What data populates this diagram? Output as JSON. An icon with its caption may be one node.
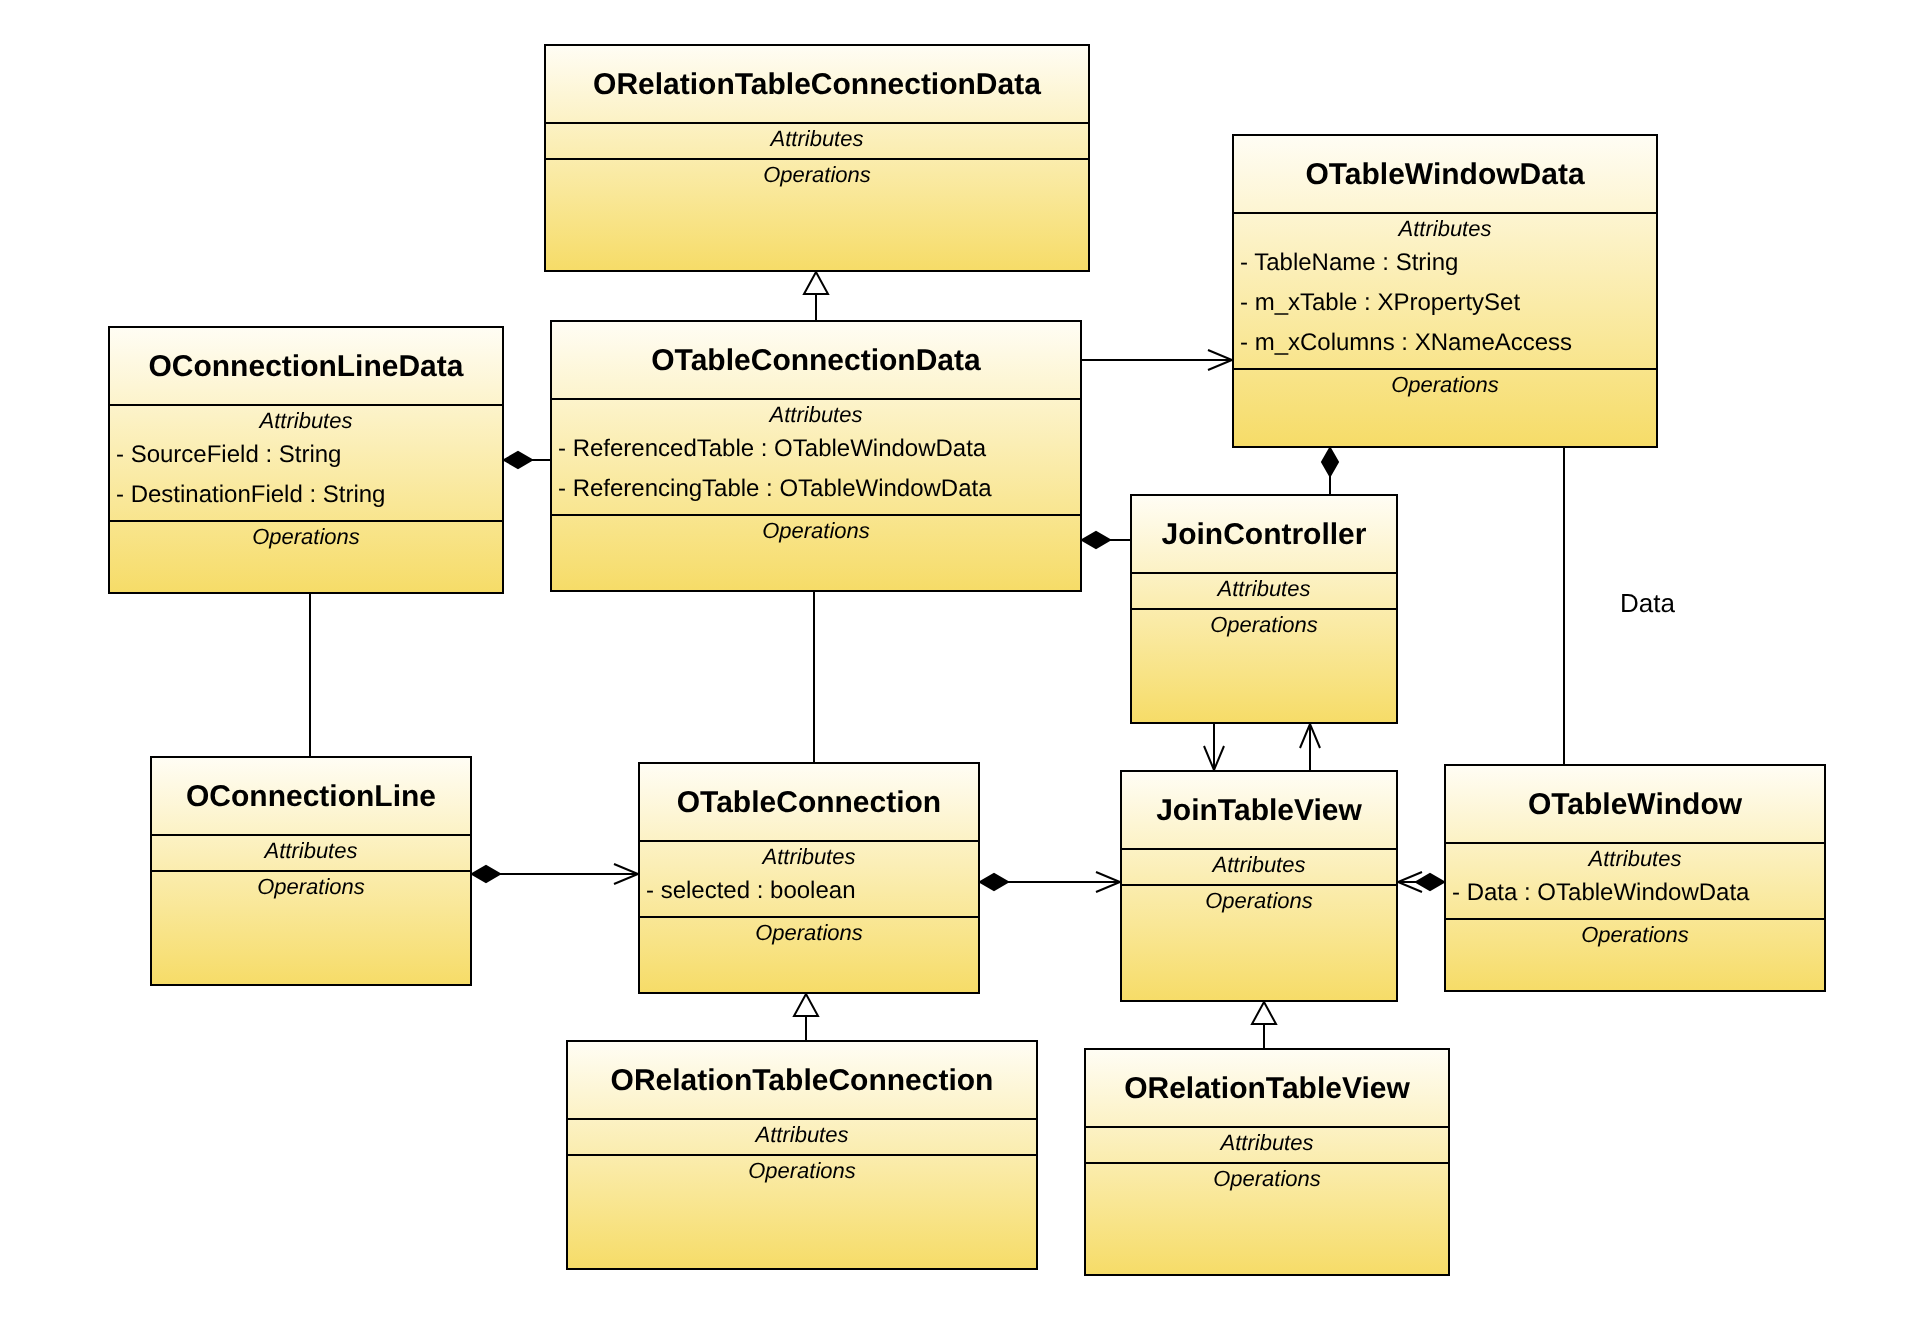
{
  "diagram": {
    "nodes": [
      {
        "text": [
          "ORelationTableConnectionData",
          "Attributes",
          "Operations"
        ]
      },
      {
        "text": [
          "OTableWindowData",
          "Attributes",
          "- TableName : String",
          "- m_xTable : XPropertySet",
          "- m_xColumns : XNameAccess",
          "Operations"
        ]
      },
      {
        "text": [
          "OConnectionLineData",
          "Attributes",
          "- SourceField : String",
          "- DestinationField : String",
          "Operations"
        ]
      },
      {
        "text": [
          "OTableConnectionData",
          "Attributes",
          "- ReferencedTable : OTableWindowData",
          "- ReferencingTable : OTableWindowData",
          "Operations"
        ]
      },
      {
        "text": [
          "JoinController",
          "Attributes",
          "Operations"
        ]
      },
      {
        "text": [
          "OConnectionLine",
          "Attributes",
          "Operations"
        ]
      },
      {
        "text": [
          "OTableConnection",
          "Attributes",
          "- selected : boolean",
          "Operations"
        ]
      },
      {
        "text": [
          "JoinTableView",
          "Attributes",
          "Operations"
        ]
      },
      {
        "text": [
          "OTableWindow",
          "Attributes",
          "- Data : OTableWindowData",
          "Operations"
        ]
      },
      {
        "text": [
          "ORelationTableConnection",
          "Attributes",
          "Operations"
        ]
      },
      {
        "text": [
          "ORelationTableView",
          "Attributes",
          "Operations"
        ]
      }
    ],
    "edges": [
      {
        "from": 3,
        "to": 0,
        "arrow": "to"
      },
      {
        "from": 3,
        "to": 1,
        "arrow": "to"
      },
      {
        "from": 2,
        "to": 3,
        "arrow": "other"
      },
      {
        "from": 3,
        "to": 4,
        "arrow": "other"
      },
      {
        "from": 1,
        "to": 4,
        "arrow": "other"
      },
      {
        "from": 2,
        "to": 5,
        "arrow": "none"
      },
      {
        "from": 3,
        "to": 6,
        "arrow": "none"
      },
      {
        "from": 5,
        "to": 6,
        "arrow": "to"
      },
      {
        "from": 6,
        "to": 7,
        "arrow": "to"
      },
      {
        "from": 8,
        "to": 7,
        "arrow": "to"
      },
      {
        "from": 4,
        "to": 7,
        "arrow": "to"
      },
      {
        "from": 7,
        "to": 4,
        "arrow": "to"
      },
      {
        "from": 1,
        "to": 8,
        "arrow": "none",
        "label": "Data"
      },
      {
        "from": 9,
        "to": 6,
        "arrow": "to"
      },
      {
        "from": 10,
        "to": 7,
        "arrow": "to"
      }
    ]
  }
}
